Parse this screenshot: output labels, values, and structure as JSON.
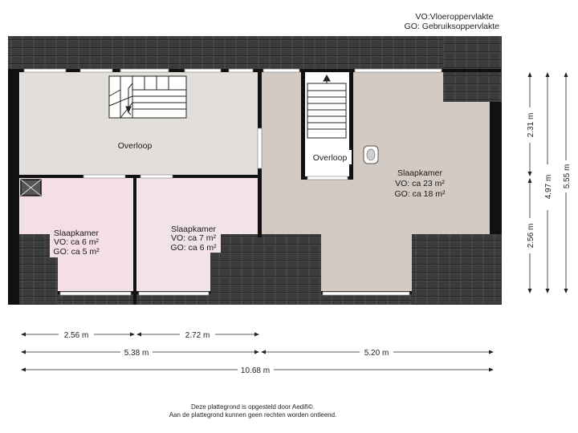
{
  "legend": {
    "vo": "VO:Vloeroppervlakte",
    "go": "GO: Gebruiksoppervlakte"
  },
  "rooms": {
    "overloop_left": "Overloop",
    "overloop_right": "Overloop",
    "slaapkamer_big": {
      "name": "Slaapkamer",
      "vo": "VO: ca 23 m²",
      "go": "GO: ca 18 m²"
    },
    "slaapkamer_mid": {
      "name": "Slaapkamer",
      "vo": "VO: ca 7 m²",
      "go": "GO: ca 6 m²"
    },
    "slaapkamer_left": {
      "name": "Slaapkamer",
      "vo": "VO: ca 6 m²",
      "go": "GO: ca 5 m²"
    }
  },
  "dimensions": {
    "d1": "2.56 m",
    "d2": "2.72 m",
    "d3": "5.38 m",
    "d4": "5.20 m",
    "d5": "10.68 m",
    "v1": "2.31 m",
    "v2": "2.56 m",
    "v3": "4.97 m",
    "v4": "5.55 m"
  },
  "footer": {
    "line1": "Deze plattegrond is opgesteld door Aedifi©.",
    "line2": "Aan de plattegrond kunnen geen rechten worden ontleend."
  },
  "colors": {
    "roof": "#3a3a3a",
    "wall": "#111111",
    "overloop": "#e2dfdb",
    "slaapkamer_big": "#d3cac4",
    "slaapkamer_mid": "#f2e4e6",
    "slaapkamer_left": "#f4dfe4"
  }
}
